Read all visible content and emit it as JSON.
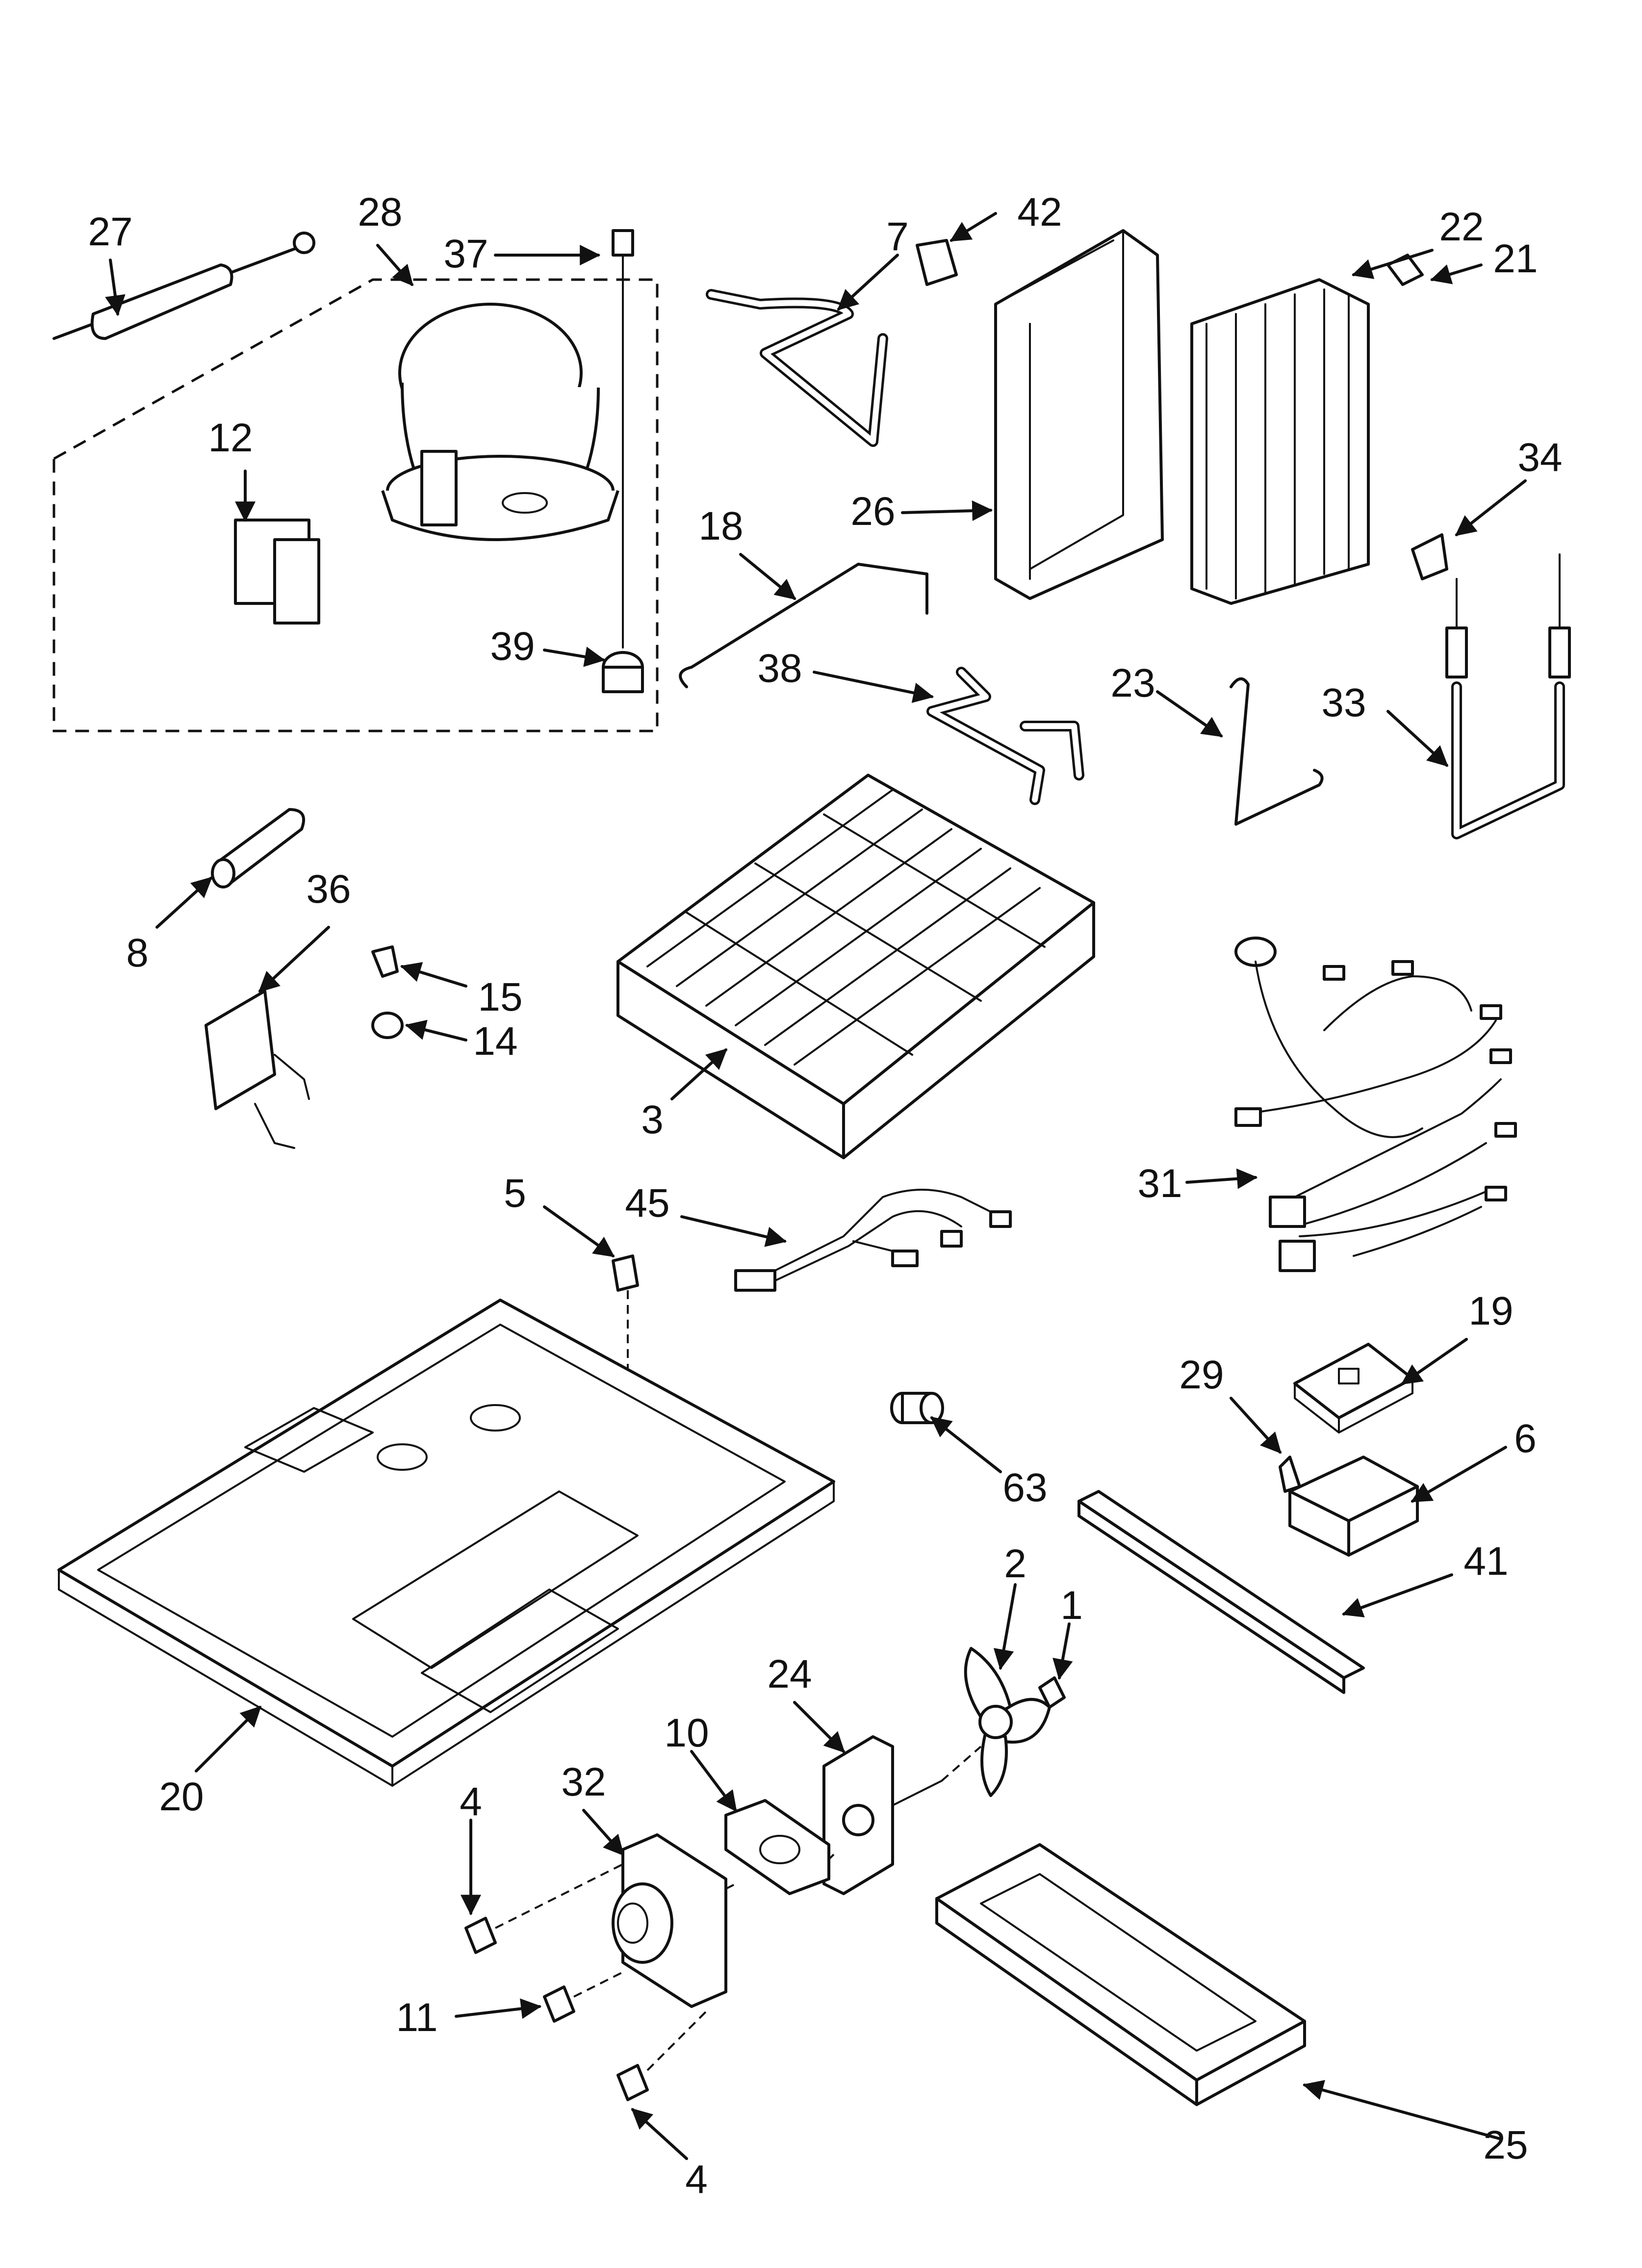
{
  "callouts": [
    "1",
    "2",
    "3",
    "4",
    "4",
    "5",
    "6",
    "7",
    "8",
    "10",
    "11",
    "12",
    "14",
    "15",
    "18",
    "19",
    "20",
    "21",
    "22",
    "23",
    "24",
    "25",
    "26",
    "27",
    "28",
    "29",
    "31",
    "32",
    "33",
    "34",
    "36",
    "37",
    "38",
    "39",
    "41",
    "42",
    "45",
    "63"
  ]
}
